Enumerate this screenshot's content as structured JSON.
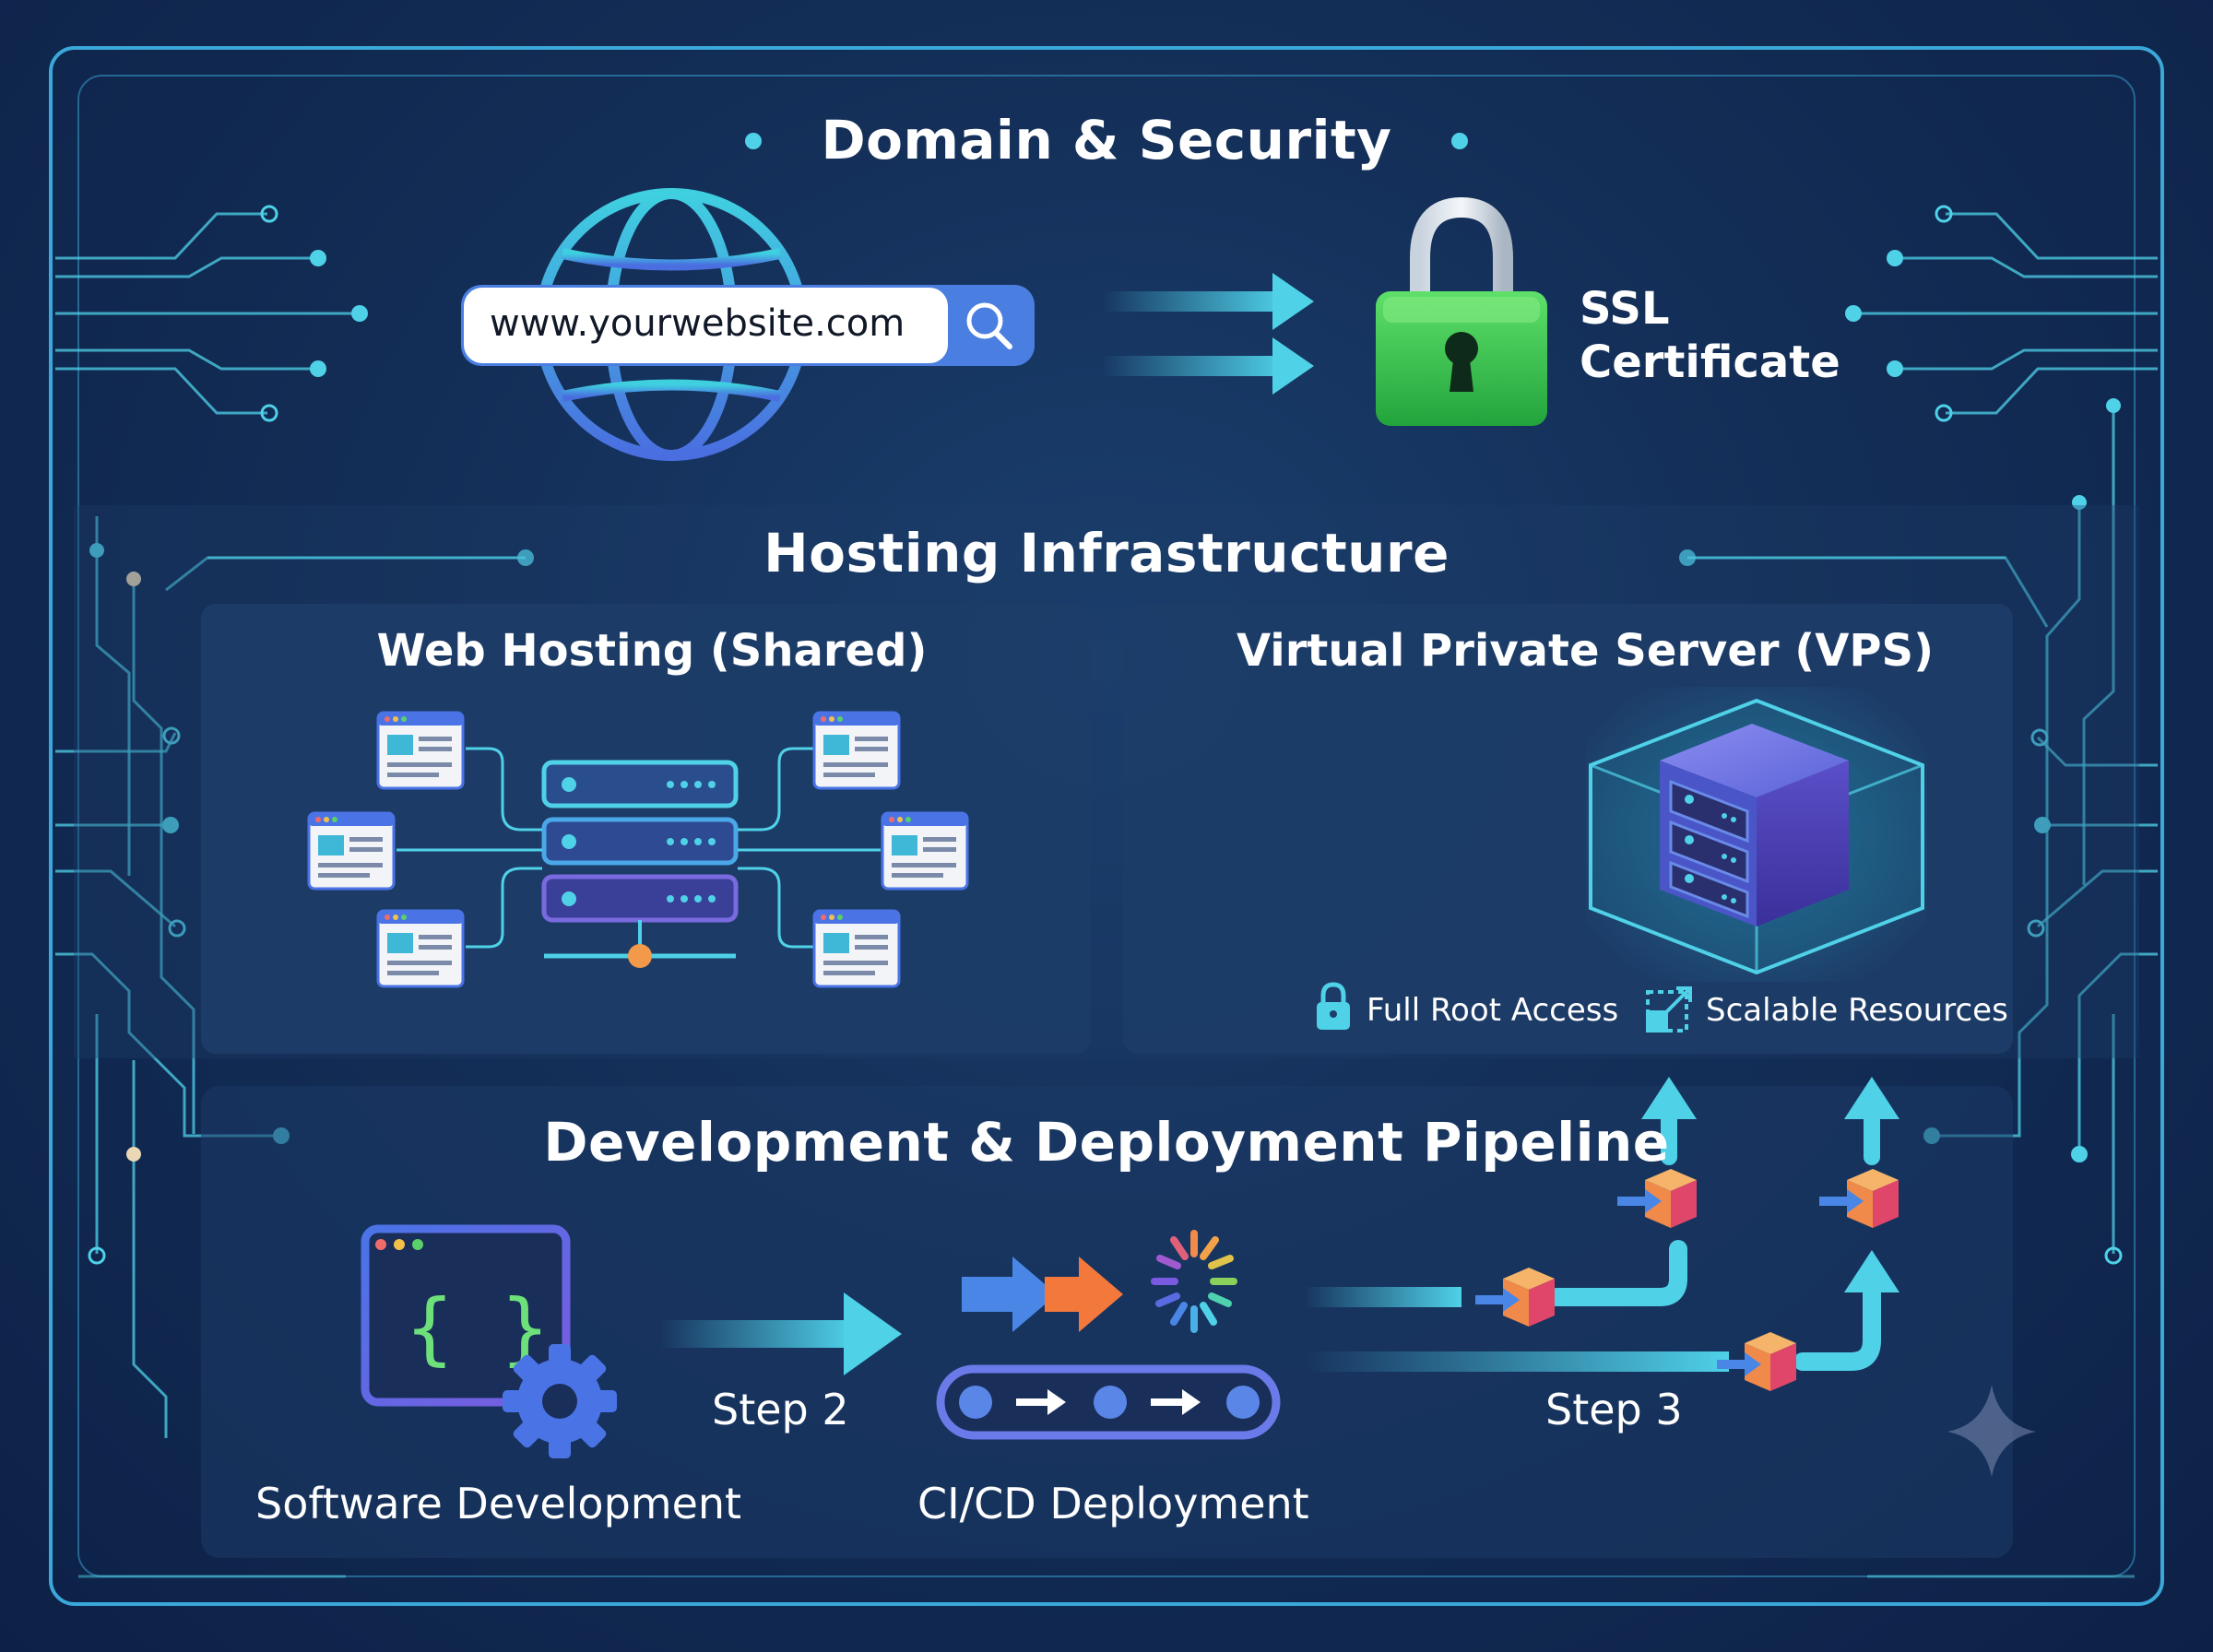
{
  "sections": {
    "domain": {
      "title": "Domain & Security"
    },
    "hosting": {
      "title": "Hosting Infrastructure"
    },
    "pipeline": {
      "title": "Development & Deployment Pipeline"
    }
  },
  "domain": {
    "url": "www.yourwebsite.com",
    "ssl_line1": "SSL",
    "ssl_line2": "Certificate"
  },
  "hosting": {
    "shared_title": "Web Hosting (Shared)",
    "vps_title": "Virtual Private Server (VPS)",
    "vps_features": [
      "Full Root Access",
      "Scalable Resources"
    ]
  },
  "pipeline": {
    "software_label": "Software Development",
    "cicd_label": "CI/CD Deployment",
    "step2": "Step 2",
    "step3": "Step 3"
  },
  "colors": {
    "accent_cyan": "#4fd1e8",
    "frame": "#3aa8d8",
    "lock_green": "#3ec45a",
    "server_purple": "#6a55d6",
    "package_orange": "#f0794a"
  },
  "icons": [
    "globe-icon",
    "search-icon",
    "lock-icon",
    "server-rack-icon",
    "browser-window-icon",
    "vps-cube-icon",
    "code-window-icon",
    "gear-icon",
    "conveyor-icon",
    "package-icon",
    "sparkle-icon"
  ]
}
